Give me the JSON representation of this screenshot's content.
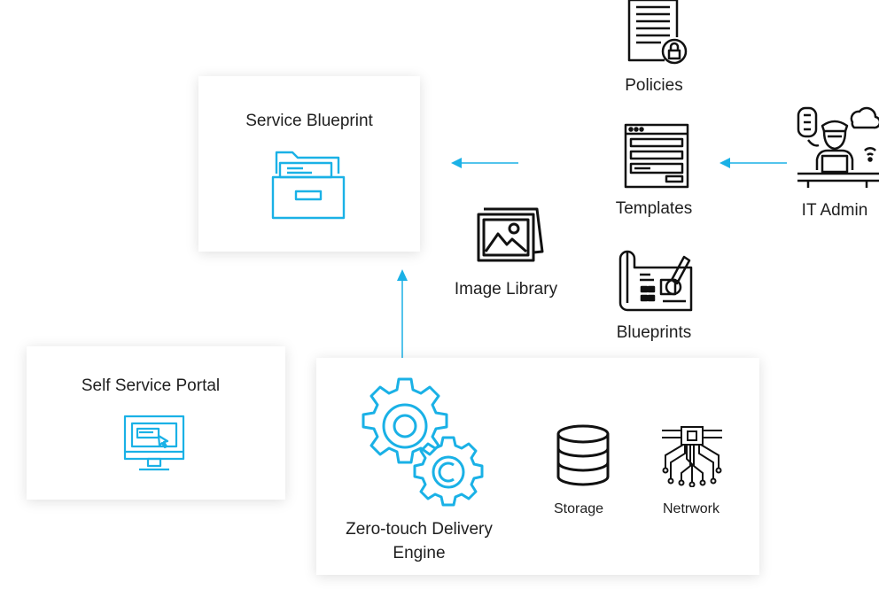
{
  "nodes": {
    "service_blueprint": "Service Blueprint",
    "self_service_portal": "Self Service Portal",
    "delivery_engine_line1": "Zero-touch Delivery",
    "delivery_engine_line2": "Engine",
    "storage": "Storage",
    "network": "Netrwork",
    "image_library": "Image Library",
    "policies": "Policies",
    "templates": "Templates",
    "blueprints": "Blueprints",
    "it_admin": "IT Admin"
  },
  "icons": {
    "service_blueprint": "folder-drawer-icon",
    "self_service_portal": "monitor-click-icon",
    "delivery_engine": "gears-icon",
    "storage": "database-icon",
    "network": "circuit-chip-icon",
    "image_library": "image-stack-icon",
    "policies": "document-lock-icon",
    "templates": "form-template-icon",
    "blueprints": "blueprint-icon",
    "it_admin": "admin-person-icon"
  },
  "colors": {
    "accent": "#1ab1e6",
    "ink": "#111111"
  }
}
